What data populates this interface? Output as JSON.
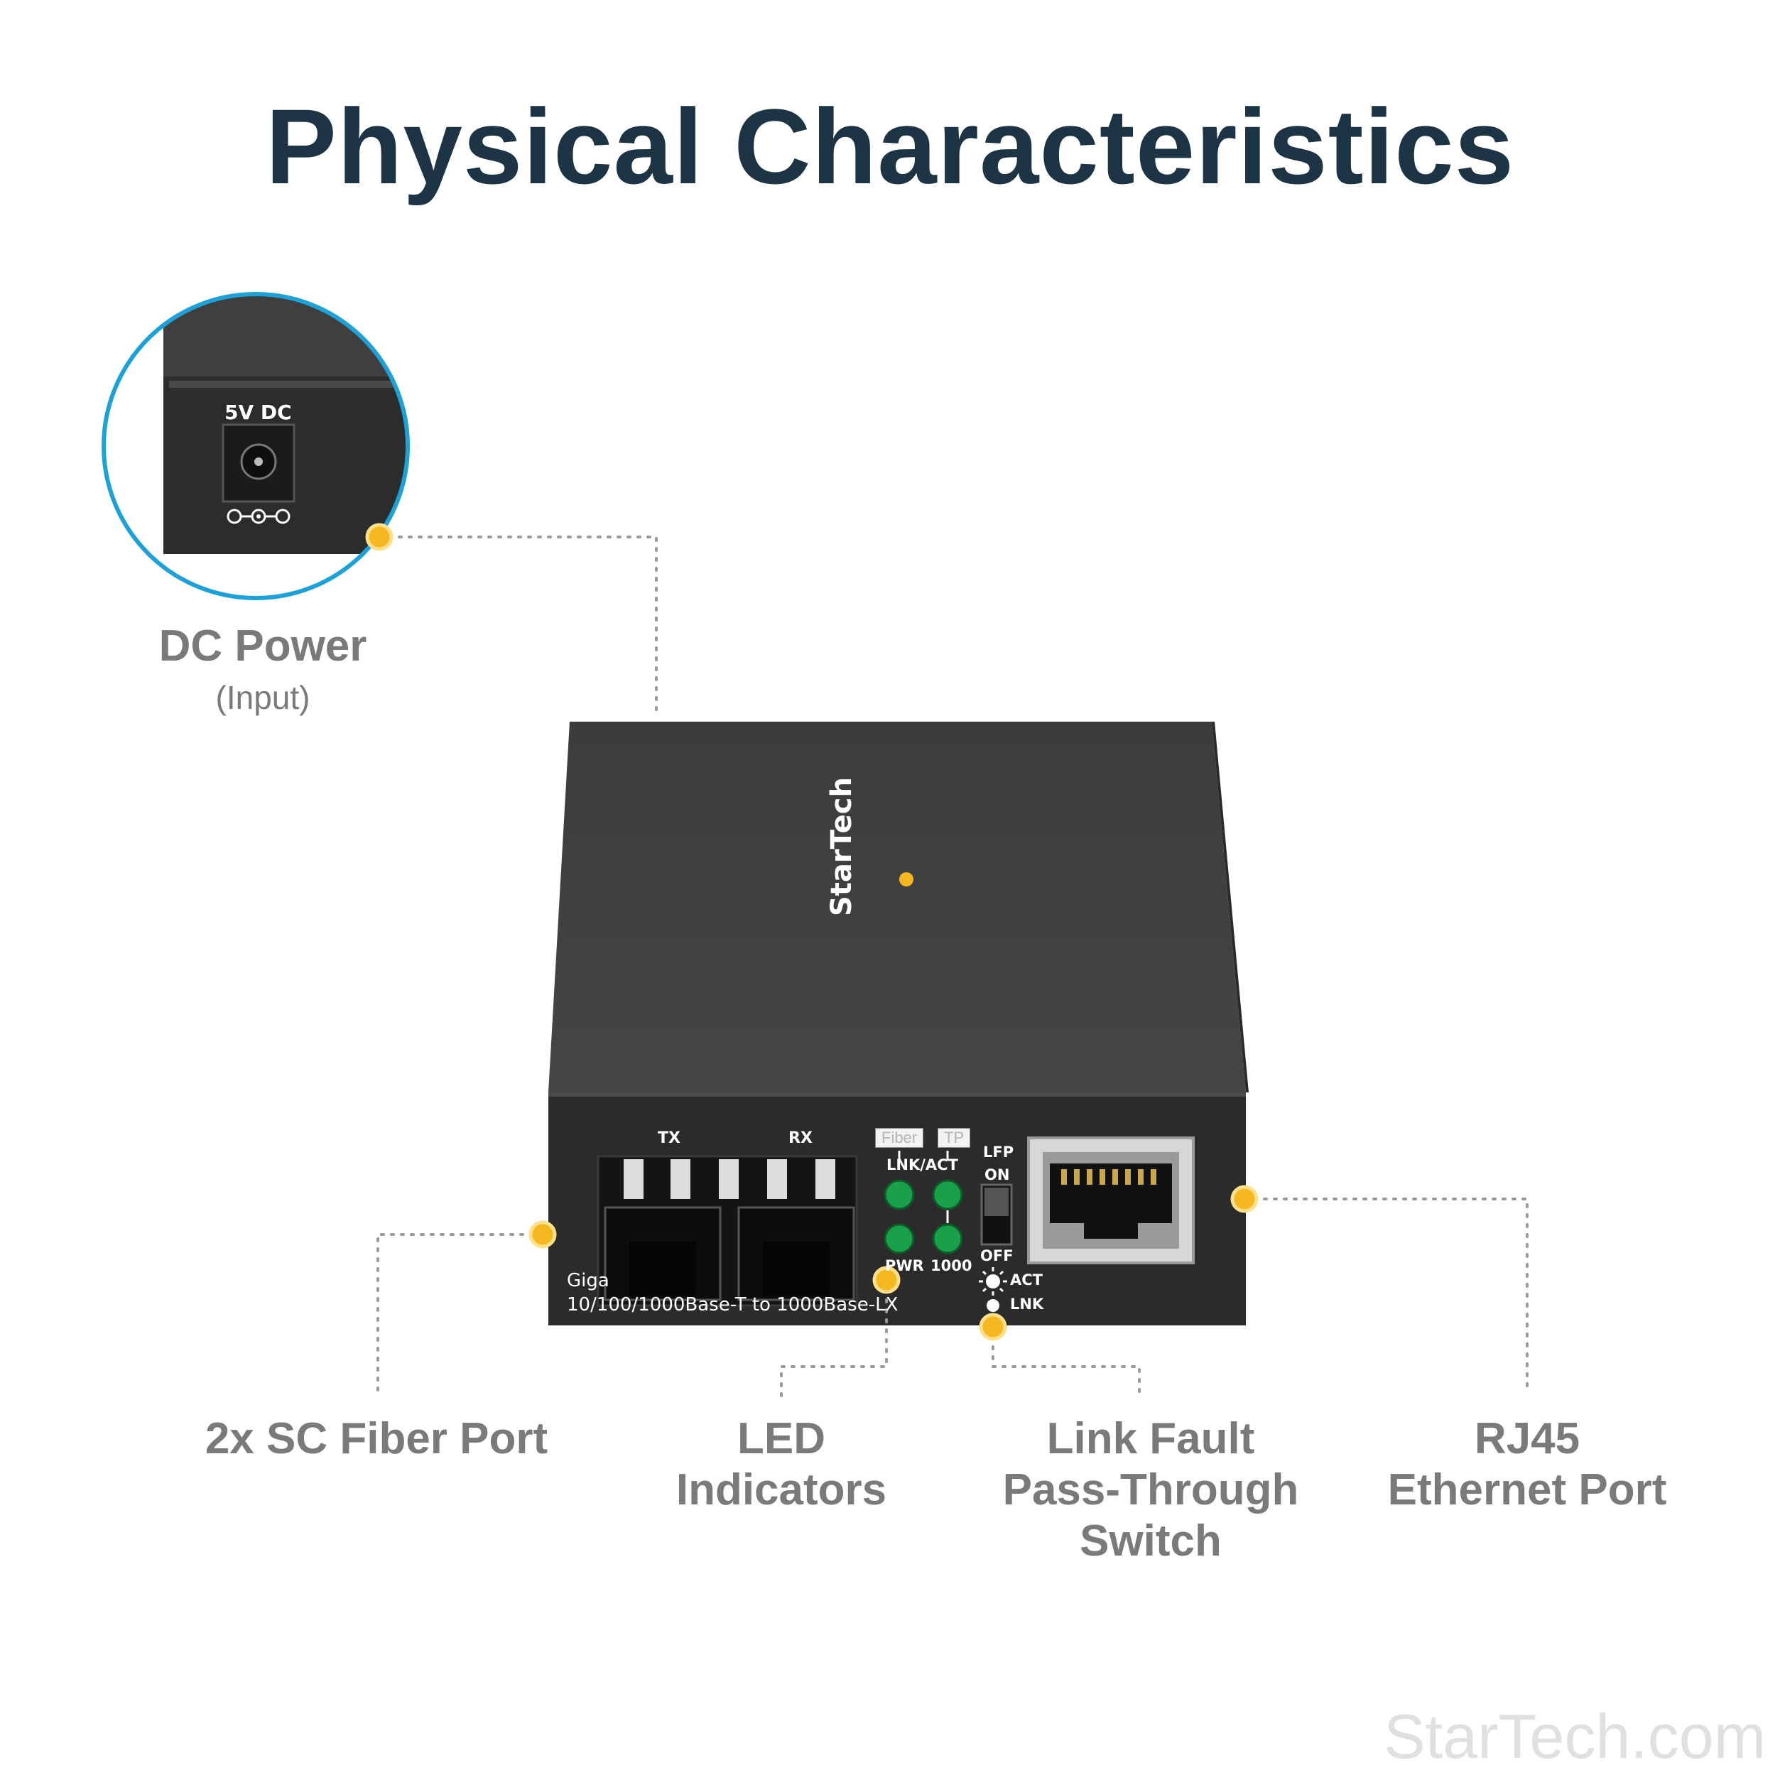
{
  "title": "Physical Characteristics",
  "inset": {
    "power_label": "5V DC"
  },
  "callouts": {
    "dc_power": {
      "label": "DC Power",
      "sub": "(Input)"
    },
    "sc_fiber": {
      "label": "2x SC Fiber Port"
    },
    "led": {
      "label": "LED\nIndicators"
    },
    "lfp": {
      "label": "Link Fault\nPass-Through\nSwitch"
    },
    "rj45": {
      "label": "RJ45\nEthernet Port"
    }
  },
  "device": {
    "brand": "StarTech",
    "tx_label": "TX",
    "rx_label": "RX",
    "fiber_tag": "Fiber",
    "tp_tag": "TP",
    "lnk_act_label": "LNK/ACT",
    "pwr_label": "PWR",
    "speed_label": "1000",
    "lfp_label": "LFP",
    "on_label": "ON",
    "off_label": "OFF",
    "act_label": "ACT",
    "lnk_label": "LNK",
    "model_line1": "Giga",
    "model_line2": "10/100/1000Base-T to 1000Base-LX"
  },
  "colors": {
    "accent_dot": "#f5b820",
    "inset_ring": "#1ea1d6",
    "title": "#1d3444",
    "label": "#7a7a7a",
    "led_green": "#1aa04a"
  },
  "watermark": "StarTech.com"
}
